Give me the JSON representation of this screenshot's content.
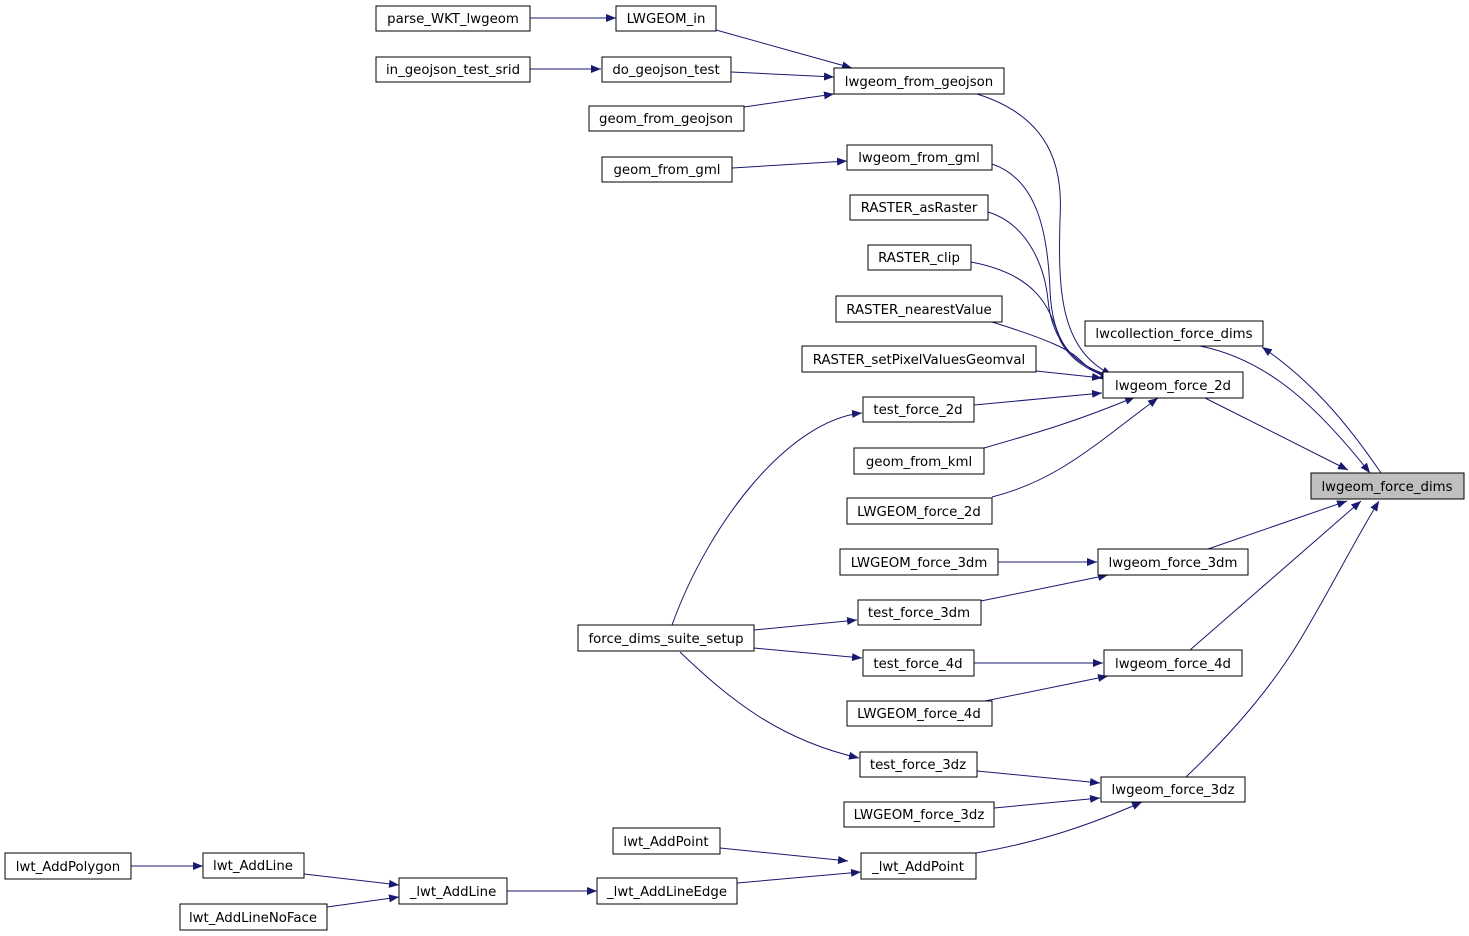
{
  "colors": {
    "edge": "#191970",
    "node_border": "#000000",
    "node_fill": "#ffffff",
    "focus_fill": "#bfbfbf"
  },
  "nodes": {
    "parse_wkt_lwgeom": "parse_WKT_lwgeom",
    "lwgeom_in": "LWGEOM_in",
    "in_geojson_test_srid": "in_geojson_test_srid",
    "do_geojson_test": "do_geojson_test",
    "lwgeom_from_geojson": "lwgeom_from_geojson",
    "geom_from_geojson": "geom_from_geojson",
    "geom_from_gml": "geom_from_gml",
    "lwgeom_from_gml": "lwgeom_from_gml",
    "raster_asraster": "RASTER_asRaster",
    "raster_clip": "RASTER_clip",
    "raster_nearestvalue": "RASTER_nearestValue",
    "raster_setpixelvaluesgeomval": "RASTER_setPixelValuesGeomval",
    "lwcollection_force_dims": "lwcollection_force_dims",
    "lwgeom_force_2d": "lwgeom_force_2d",
    "test_force_2d": "test_force_2d",
    "geom_from_kml": "geom_from_kml",
    "lwgeom_force_dims": "lwgeom_force_dims",
    "LWGEOM_force_2d": "LWGEOM_force_2d",
    "LWGEOM_force_3dm": "LWGEOM_force_3dm",
    "lwgeom_force_3dm": "lwgeom_force_3dm",
    "force_dims_suite_setup": "force_dims_suite_setup",
    "test_force_3dm": "test_force_3dm",
    "test_force_4d": "test_force_4d",
    "lwgeom_force_4d": "lwgeom_force_4d",
    "LWGEOM_force_4d": "LWGEOM_force_4d",
    "test_force_3dz": "test_force_3dz",
    "lwgeom_force_3dz": "lwgeom_force_3dz",
    "LWGEOM_force_3dz": "LWGEOM_force_3dz",
    "lwt_addpoint": "lwt_AddPoint",
    "_lwt_addpoint": "_lwt_AddPoint",
    "lwt_addpolygon": "lwt_AddPolygon",
    "lwt_addline": "lwt_AddLine",
    "_lwt_addline": "_lwt_AddLine",
    "_lwt_addlineedge": "_lwt_AddLineEdge",
    "lwt_addlinenoface": "lwt_AddLineNoFace"
  },
  "focus_node": "lwgeom_force_dims",
  "edges": [
    [
      "parse_wkt_lwgeom",
      "lwgeom_in"
    ],
    [
      "lwgeom_in",
      "lwgeom_from_geojson"
    ],
    [
      "in_geojson_test_srid",
      "do_geojson_test"
    ],
    [
      "do_geojson_test",
      "lwgeom_from_geojson"
    ],
    [
      "geom_from_geojson",
      "lwgeom_from_geojson"
    ],
    [
      "geom_from_gml",
      "lwgeom_from_gml"
    ],
    [
      "lwgeom_from_geojson",
      "lwgeom_force_2d"
    ],
    [
      "lwgeom_from_gml",
      "lwgeom_force_2d"
    ],
    [
      "raster_asraster",
      "lwgeom_force_2d"
    ],
    [
      "raster_clip",
      "lwgeom_force_2d"
    ],
    [
      "raster_nearestvalue",
      "lwgeom_force_2d"
    ],
    [
      "raster_setpixelvaluesgeomval",
      "lwgeom_force_2d"
    ],
    [
      "test_force_2d",
      "lwgeom_force_2d"
    ],
    [
      "geom_from_kml",
      "lwgeom_force_2d"
    ],
    [
      "LWGEOM_force_2d",
      "lwgeom_force_2d"
    ],
    [
      "force_dims_suite_setup",
      "test_force_2d"
    ],
    [
      "force_dims_suite_setup",
      "test_force_3dm"
    ],
    [
      "force_dims_suite_setup",
      "test_force_4d"
    ],
    [
      "force_dims_suite_setup",
      "test_force_3dz"
    ],
    [
      "LWGEOM_force_3dm",
      "lwgeom_force_3dm"
    ],
    [
      "test_force_3dm",
      "lwgeom_force_3dm"
    ],
    [
      "test_force_4d",
      "lwgeom_force_4d"
    ],
    [
      "LWGEOM_force_4d",
      "lwgeom_force_4d"
    ],
    [
      "test_force_3dz",
      "lwgeom_force_3dz"
    ],
    [
      "LWGEOM_force_3dz",
      "lwgeom_force_3dz"
    ],
    [
      "_lwt_addpoint",
      "lwgeom_force_3dz"
    ],
    [
      "lwt_addpoint",
      "_lwt_addpoint"
    ],
    [
      "_lwt_addlineedge",
      "_lwt_addpoint"
    ],
    [
      "_lwt_addline",
      "_lwt_addlineedge"
    ],
    [
      "lwt_addline",
      "_lwt_addline"
    ],
    [
      "lwt_addlinenoface",
      "_lwt_addline"
    ],
    [
      "lwt_addpolygon",
      "lwt_addline"
    ],
    [
      "lwgeom_force_2d",
      "lwgeom_force_dims"
    ],
    [
      "lwcollection_force_dims",
      "lwgeom_force_dims"
    ],
    [
      "lwgeom_force_dims",
      "lwcollection_force_dims"
    ],
    [
      "lwgeom_force_3dm",
      "lwgeom_force_dims"
    ],
    [
      "lwgeom_force_4d",
      "lwgeom_force_dims"
    ],
    [
      "lwgeom_force_3dz",
      "lwgeom_force_dims"
    ]
  ]
}
